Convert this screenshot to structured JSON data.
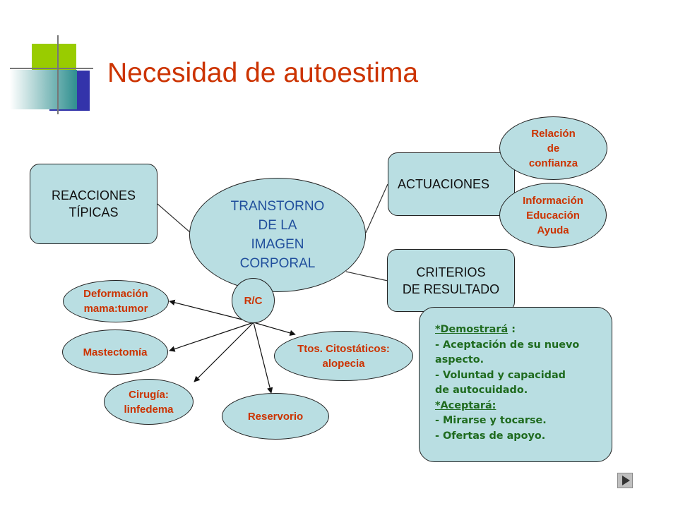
{
  "slide": {
    "title": "Necesidad de autoestima"
  },
  "nodes": {
    "reacciones": [
      "REACCIONES",
      "TÍPICAS"
    ],
    "transtorno": [
      "TRANSTORNO",
      "DE LA",
      "IMAGEN",
      "CORPORAL"
    ],
    "rc": "R/C",
    "actuaciones": "ACTUACIONES",
    "criterios": [
      "CRITERIOS",
      "DE RESULTADO"
    ],
    "relacion": [
      "Relación",
      "de",
      "confianza"
    ],
    "informacion": [
      "Información",
      "Educación",
      "Ayuda"
    ],
    "deformacion": [
      "Deformación",
      "mama:tumor"
    ],
    "mastectomia": "Mastectomía",
    "ttos": [
      "Ttos. Citostáticos:",
      "alopecia"
    ],
    "cirugia": [
      "Cirugía:",
      "linfedema"
    ],
    "reservorio": "Reservorio"
  },
  "criterios_detalle": {
    "demostrara_heading": "*Demostrará",
    "demostrara_colon": " :",
    "lines_1": [
      "- Aceptación de su nuevo",
      "aspecto.",
      "- Voluntad y capacidad",
      "de autocuidado."
    ],
    "aceptara_heading": "*Aceptará:",
    "lines_2": [
      "- Mirarse y tocarse.",
      "- Ofertas de apoyo."
    ]
  },
  "colors": {
    "title": "#cc3300",
    "node_fill": "#b9dee2",
    "red_text": "#cc3300",
    "blue_text": "#1f4e9c",
    "green_text": "#1f6b1f",
    "accent_green": "#99cc00",
    "accent_blue": "#3333aa"
  },
  "navigation": {
    "next_icon": "play-triangle-icon"
  }
}
